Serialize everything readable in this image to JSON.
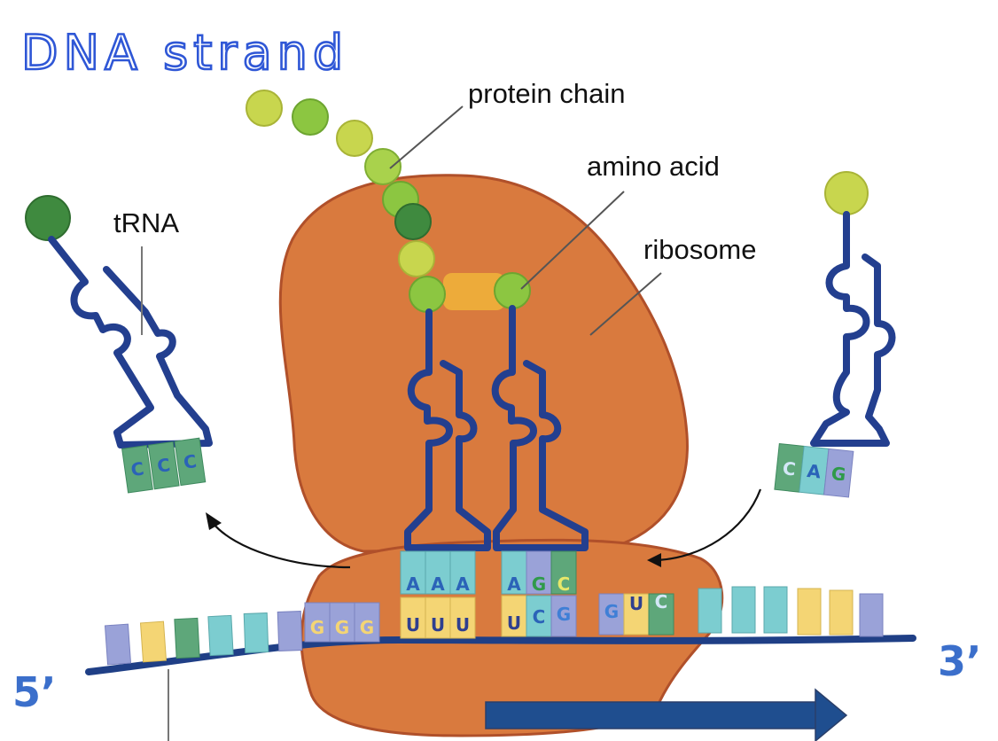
{
  "handwritten_title": "DNA strand",
  "labels": {
    "protein_chain": "protein chain",
    "amino_acid": "amino acid",
    "trna": "tRNA",
    "ribosome": "ribosome"
  },
  "ends": {
    "five_prime": "5’",
    "three_prime": "3’"
  },
  "anticodons": {
    "left": [
      "C",
      "C",
      "C"
    ],
    "ribosome_left": [
      "A",
      "A",
      "A"
    ],
    "ribosome_right": [
      "A",
      "G",
      "C"
    ],
    "right": [
      "C",
      "A",
      "G"
    ]
  },
  "mrna_codons": [
    "G",
    "G",
    "G",
    "U",
    "U",
    "U",
    "U",
    "C",
    "G",
    "G",
    "U",
    "C"
  ],
  "colors": {
    "ribosome": "#d97a3e",
    "ribosome_outline": "#b0502a",
    "trna": "#233f8f",
    "mrna_backbone": "#1f3f86",
    "amino_light": "#c8d64e",
    "amino_green": "#8cc641",
    "amino_dark": "#3f8a3f",
    "arrow": "#1f4e8f",
    "handwriting": "#2f57d6"
  }
}
